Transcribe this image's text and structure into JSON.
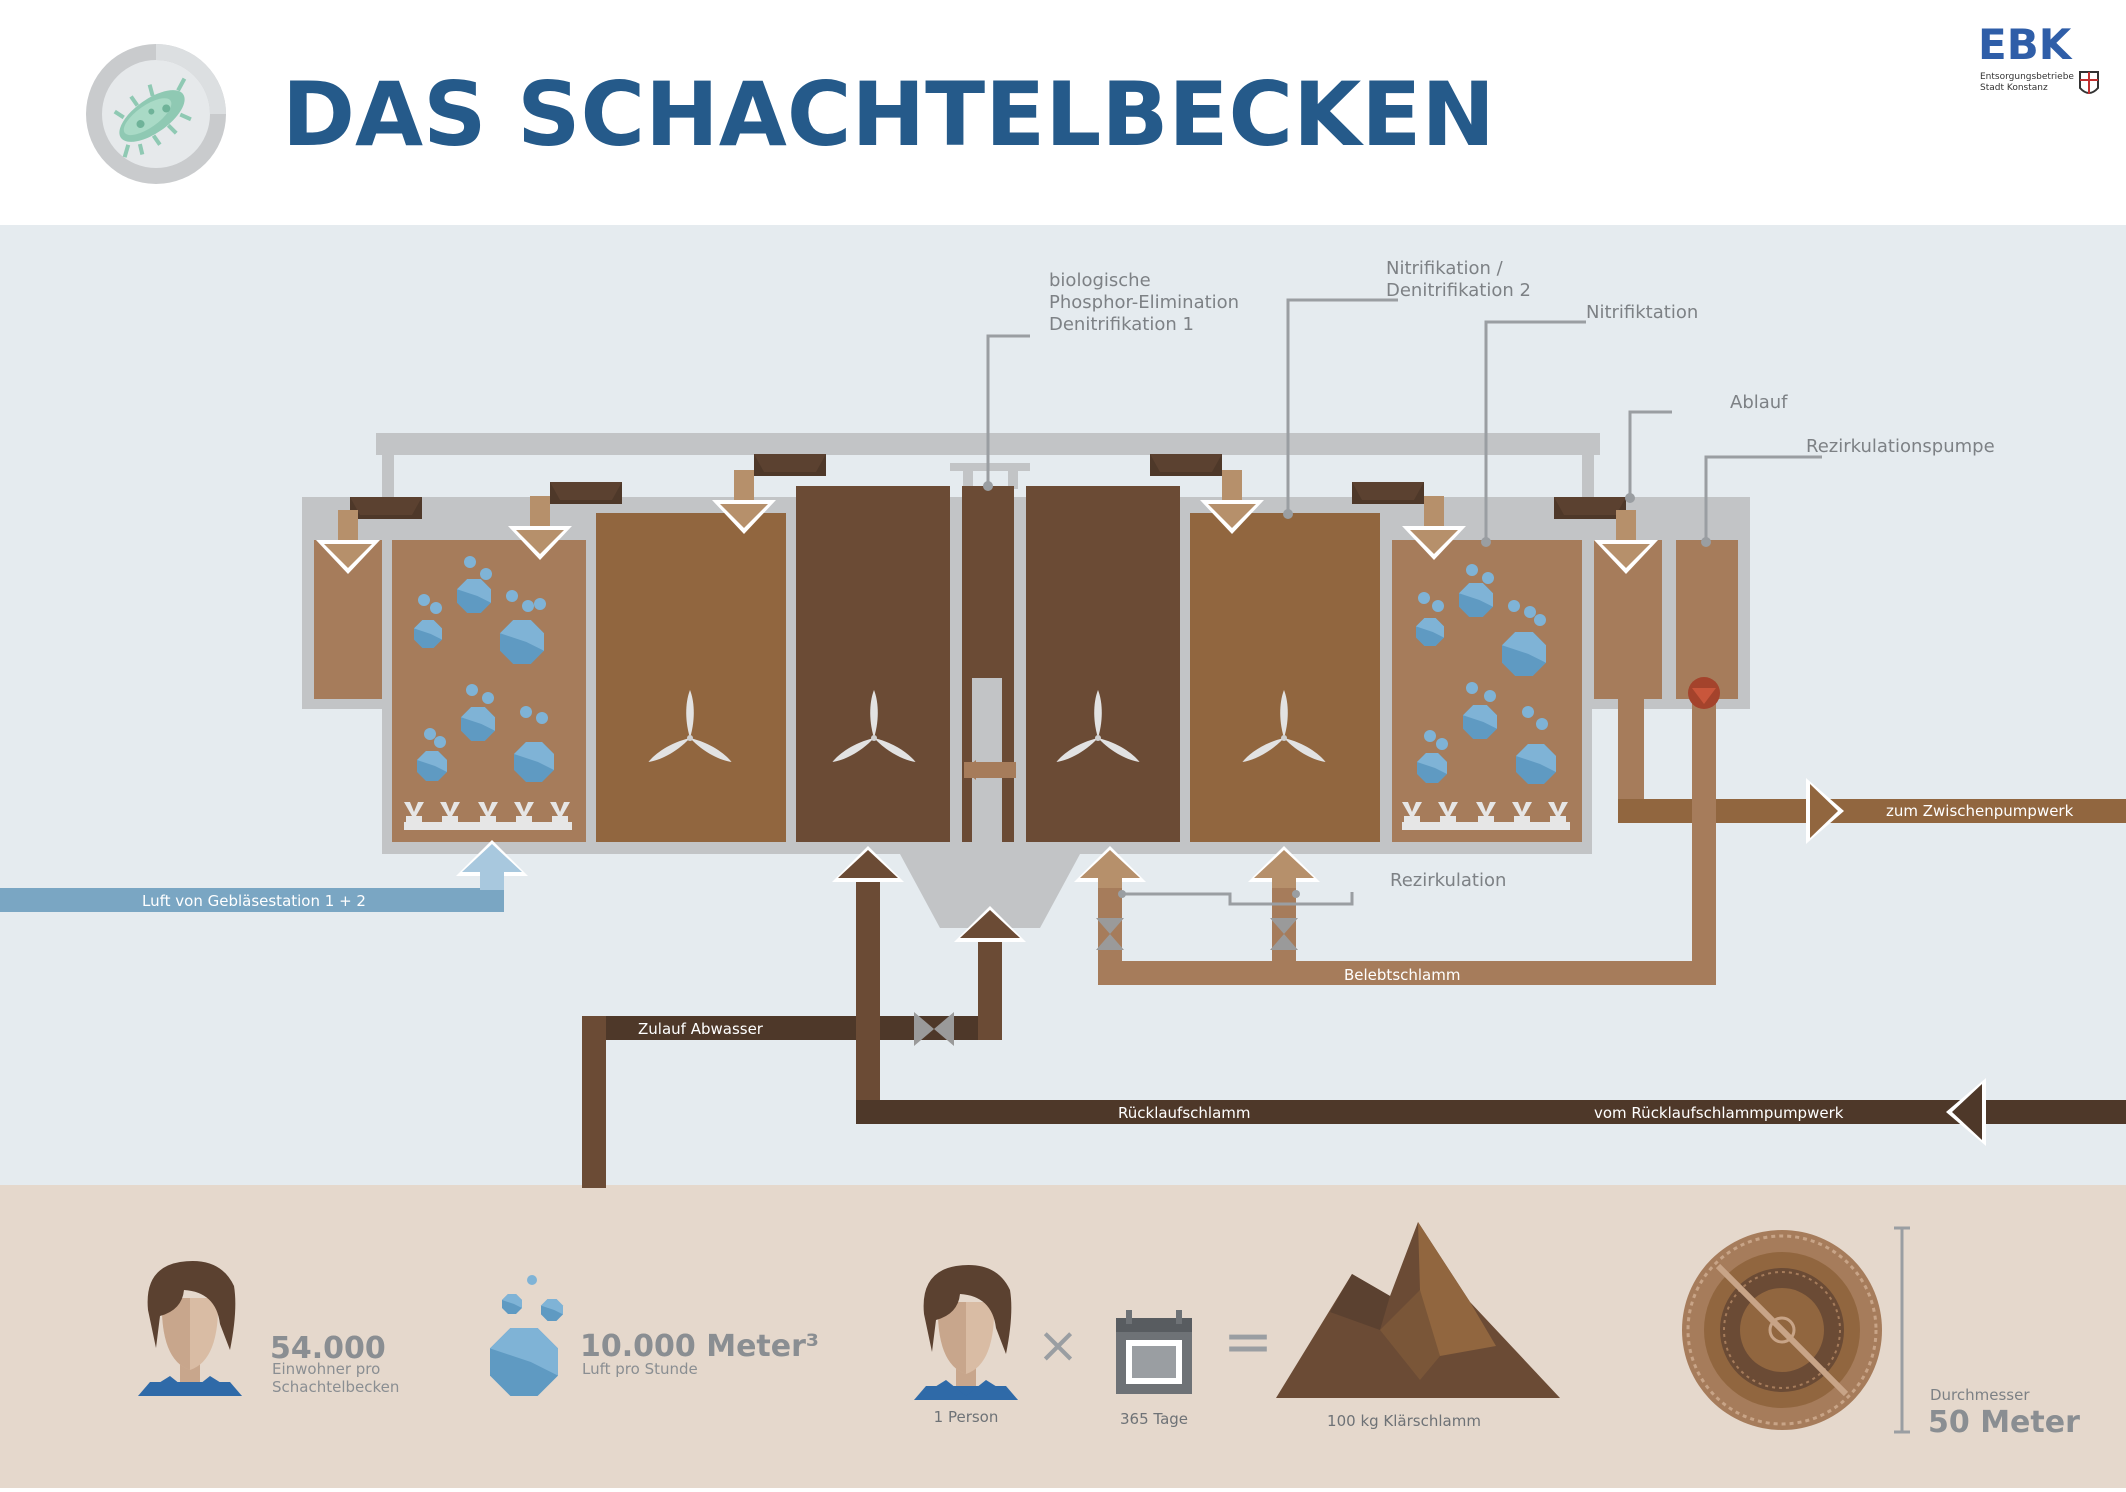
{
  "header": {
    "title": "DAS SCHACHTELBECKEN",
    "logo_text": "EBK",
    "logo_sub_1": "Entsorgungsbetriebe",
    "logo_sub_2": "Stadt Konstanz"
  },
  "colors": {
    "title_blue": "#255a8a",
    "diagram_bg": "#e5ebef",
    "footer_bg": "#e5d8cc",
    "frame_gray": "#c2c4c6",
    "light_brown": "#a67c5b",
    "mid_brown": "#91663f",
    "dark_brown": "#6b4b35",
    "darkest_brown": "#4e3829",
    "air_blue": "#7aa6c3",
    "bubble_blue": "#5f9ac2",
    "label_gray": "#7d8185"
  },
  "callouts": {
    "bio_line1": "biologische",
    "bio_line2": "Phosphor-Elimination",
    "bio_line3": "Denitrifikation 1",
    "nitdeni_line1": "Nitrifikation /",
    "nitdeni_line2": "Denitrifikation 2",
    "nitrifiktation": "Nitrifiktation",
    "ablauf": "Ablauf",
    "rezirkulationspumpe": "Rezirkulationspumpe",
    "rezirkulation": "Rezirkulation"
  },
  "flows": {
    "air": "Luft von Gebläsestation 1 + 2",
    "outflow": "zum Zwischenpumpwerk",
    "belebtschlamm": "Belebtschlamm",
    "zulauf": "Zulauf Abwasser",
    "ruecklauf": "Rücklaufschlamm",
    "vom_ruecklauf": "vom Rücklaufschlammpumpwerk"
  },
  "stats": {
    "inhabitants_value": "54.000",
    "inhabitants_line1": "Einwohner pro",
    "inhabitants_line2": "Schachtelbecken",
    "air_value": "10.000 Meter³",
    "air_label": "Luft pro Stunde",
    "person_label": "1  Person",
    "days_label": "365 Tage",
    "sludge_label": "100 kg Klärschlamm",
    "times_sign": "×",
    "equals_sign": "=",
    "diameter_label": "Durchmesser",
    "diameter_value": "50 Meter"
  }
}
